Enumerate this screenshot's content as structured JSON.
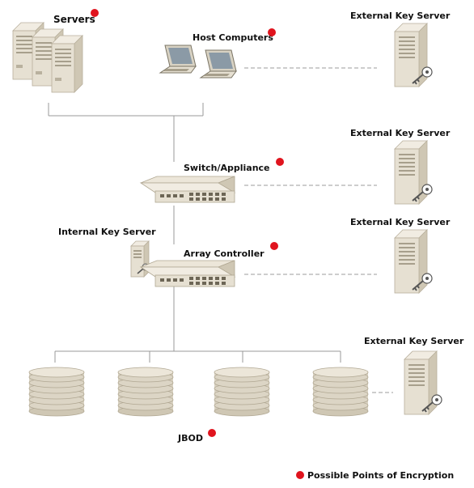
{
  "diagram": {
    "labels": {
      "servers": "Servers",
      "host_computers": "Host Computers",
      "switch": "Switch/Appliance",
      "internal_key_server": "Internal Key Server",
      "array_controller": "Array Controller",
      "jbod": "JBOD",
      "external_key_server_1": "External Key Server",
      "external_key_server_2": "External Key Server",
      "external_key_server_3": "External Key Server",
      "external_key_server_4": "External Key Server"
    },
    "legend": {
      "text": "Possible Points of Encryption"
    },
    "colors": {
      "encryption_dot": "#e0141e",
      "device_body": "#e6e0d2",
      "device_shadow": "#c9c1ae",
      "connector_line": "#999999",
      "dashed_line": "#9b9b9b"
    }
  }
}
